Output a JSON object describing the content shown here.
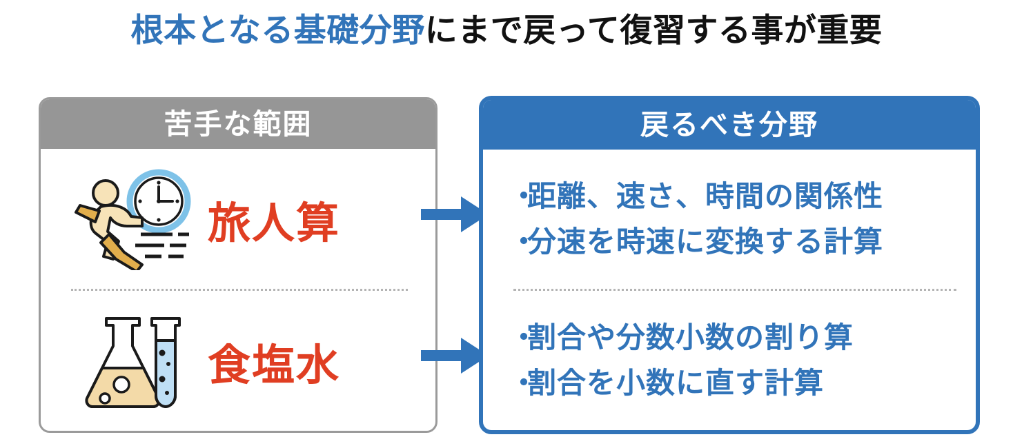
{
  "title": {
    "highlight": "根本となる基礎分野",
    "rest": "にまで戻って復習する事が重要",
    "highlight_color": "#3174b9",
    "rest_color": "#111111"
  },
  "left_card": {
    "header": "苦手な範囲",
    "header_bg": "#969696",
    "border_color": "#9a9a9a",
    "label_color": "#e03e22",
    "rows": [
      {
        "icon": "running-person-with-clock-icon",
        "label": "旅人算"
      },
      {
        "icon": "flask-and-test-tube-icon",
        "label": "食塩水"
      }
    ]
  },
  "right_card": {
    "header": "戻るべき分野",
    "header_bg": "#3174b9",
    "border_color": "#3174b9",
    "text_color": "#3174b9",
    "bullet_char": "・",
    "groups": [
      {
        "items": [
          "距離、速さ、時間の関係性",
          "分速を時速に変換する計算"
        ]
      },
      {
        "items": [
          "割合や分数小数の割り算",
          "割合を小数に直す計算"
        ]
      }
    ]
  },
  "arrows": {
    "color": "#3174b9",
    "count": 2,
    "direction": "right"
  }
}
